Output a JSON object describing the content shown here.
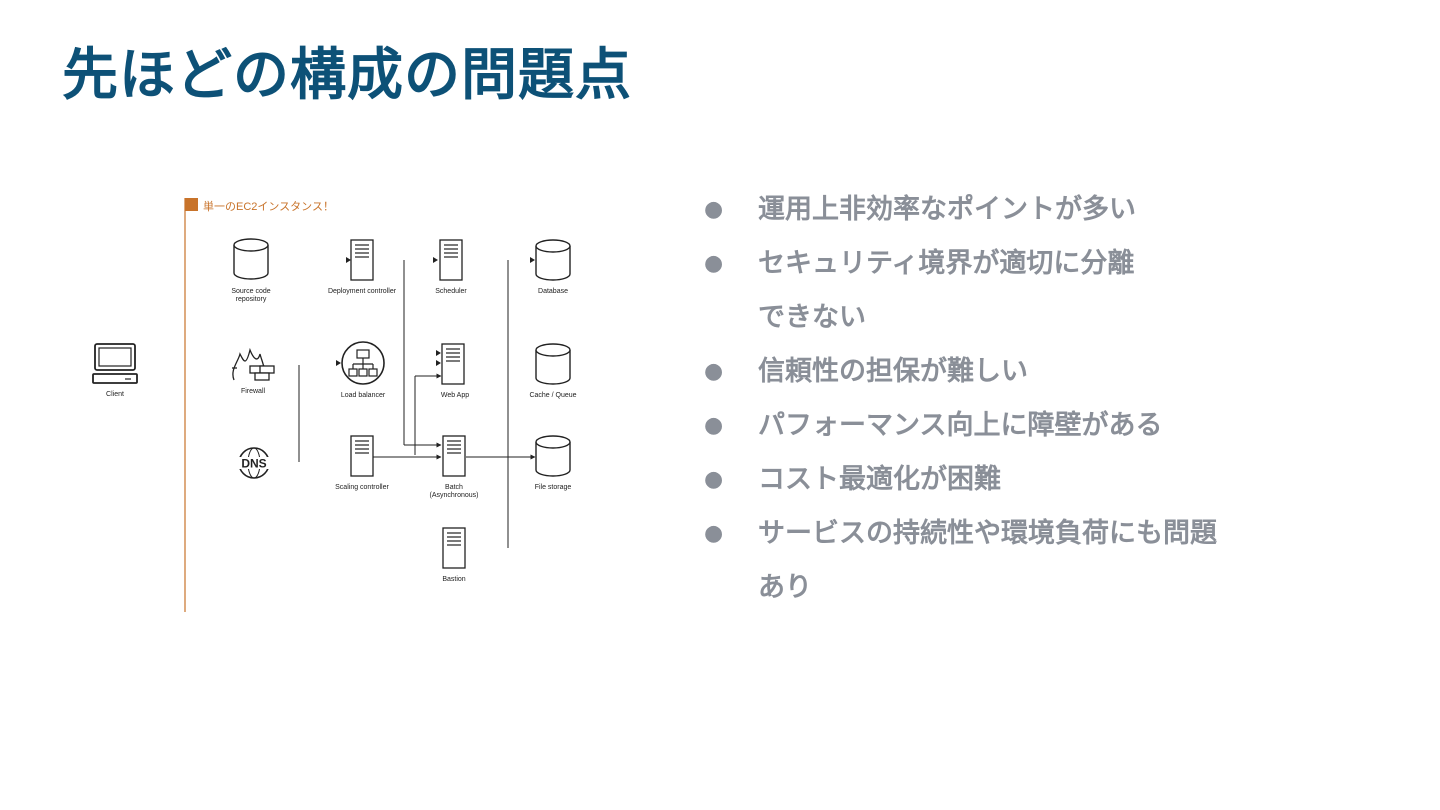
{
  "slide": {
    "title": "先ほどの構成の問題点"
  },
  "diagram": {
    "instance_label": "単一のEC2インスタンス！",
    "nodes": {
      "client": "Client",
      "source_repo": [
        "Source code",
        "repository"
      ],
      "firewall": "Firewall",
      "dns": "DNS",
      "deployment_controller": "Deployment controller",
      "load_balancer": "Load balancer",
      "scaling_controller": "Scaling controller",
      "scheduler": "Scheduler",
      "web_app": "Web App",
      "batch": [
        "Batch",
        "(Asynchronous)"
      ],
      "bastion": "Bastion",
      "database": "Database",
      "cache_queue": "Cache / Queue",
      "file_storage": "File storage"
    },
    "colors": {
      "instance_border": "#c8732a",
      "line": "#222222"
    }
  },
  "bullets": [
    "運用上非効率なポイントが多い",
    "セキュリティ境界が適切に分離できない",
    "信頼性の担保が難しい",
    "パフォーマンス向上に障壁がある",
    "コスト最適化が困難",
    "サービスの持続性や環境負荷にも問題あり"
  ],
  "theme": {
    "title_color": "#0d5177",
    "bullet_color": "#8a8f98"
  }
}
